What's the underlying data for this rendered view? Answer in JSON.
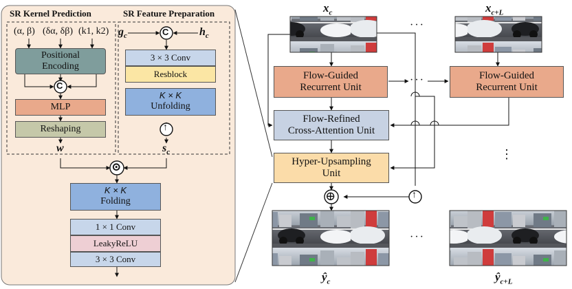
{
  "left_panel": {
    "kernel_title": "SR Kernel Prediction",
    "feature_title": "SR Feature Preparation",
    "inputs": [
      "(α, β)",
      "(δα, δβ)",
      "(k1, k2)"
    ],
    "positional_encoding": [
      "Positional",
      "Encoding"
    ],
    "mlp": "MLP",
    "reshaping": "Reshaping",
    "w": "w",
    "g": "g",
    "g_sub": "c",
    "h": "h",
    "h_sub": "c",
    "conv3": "3 × 3  Conv",
    "resblock": "Resblock",
    "unfolding": [
      "K × K",
      "Unfolding"
    ],
    "s": "s",
    "s_sub": "c",
    "folding": [
      "K × K",
      "Folding"
    ],
    "conv1": "1 × 1  Conv",
    "leakyrelu": "LeakyReLU",
    "conv3b": "3 × 3  Conv",
    "concat": "C",
    "dot": "⊙",
    "up": "↑"
  },
  "right_panel": {
    "x_c": "x",
    "x_c_sub": "c",
    "x_cl": "x",
    "x_cl_sub": "c+L",
    "fgru": [
      "Flow-Guided",
      "Recurrent Unit"
    ],
    "fgru2": [
      "Flow-Guided",
      "Recurrent Unit"
    ],
    "frca": [
      "Flow-Refined",
      "Cross-Attention Unit"
    ],
    "hu": [
      "Hyper-Upsampling",
      "Unit"
    ],
    "y_c": "ŷ",
    "y_c_sub": "c",
    "y_cl": "ŷ",
    "y_cl_sub": "c+L",
    "dots": "···",
    "vdots": "⋮",
    "plus": "⊕",
    "up": "↑"
  },
  "colors": {
    "panel_bg": "#faeadb",
    "positional_encoding": "#7f9d9c",
    "mlp": "#e9a98b",
    "reshaping": "#c5c8a9",
    "conv": "#c7d6ea",
    "resblock": "#fbe6a4",
    "unfolding": "#8fb1de",
    "leakyrelu": "#eecfd4",
    "fgru": "#e9a98b",
    "frca": "#c7d2e3",
    "hyper": "#fbdca9"
  }
}
